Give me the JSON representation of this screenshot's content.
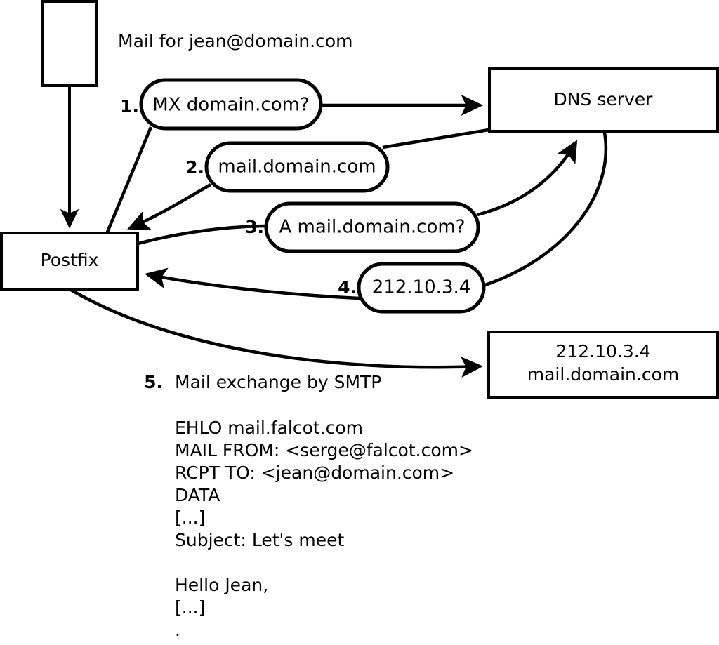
{
  "diagram": {
    "title": "Postfix mail delivery via DNS MX lookup and SMTP",
    "header_note": "Mail for jean@domain.com",
    "nodes": [
      {
        "id": "mail-client",
        "label": "",
        "shape": "rect"
      },
      {
        "id": "postfix",
        "label": "Postfix",
        "shape": "rect"
      },
      {
        "id": "dns-server",
        "label": "DNS server",
        "shape": "rect"
      },
      {
        "id": "mail-server",
        "label_line1": "212.10.3.4",
        "label_line2": "mail.domain.com",
        "shape": "rect"
      }
    ],
    "steps": [
      {
        "number": "1.",
        "label": "MX domain.com?"
      },
      {
        "number": "2.",
        "label": "mail.domain.com"
      },
      {
        "number": "3.",
        "label": "A mail.domain.com?"
      },
      {
        "number": "4.",
        "label": "212.10.3.4"
      }
    ],
    "step5": {
      "number": "5.",
      "label": "Mail exchange by SMTP"
    },
    "smtp_transcript": [
      "EHLO mail.falcot.com",
      "MAIL FROM: <serge@falcot.com>",
      "RCPT TO: <jean@domain.com>",
      "DATA",
      "[...]",
      "Subject: Let's meet",
      "",
      "Hello Jean,",
      "[...]",
      "."
    ],
    "colors": {
      "stroke": "#000000",
      "fill": "#ffffff",
      "text": "#000000"
    }
  }
}
